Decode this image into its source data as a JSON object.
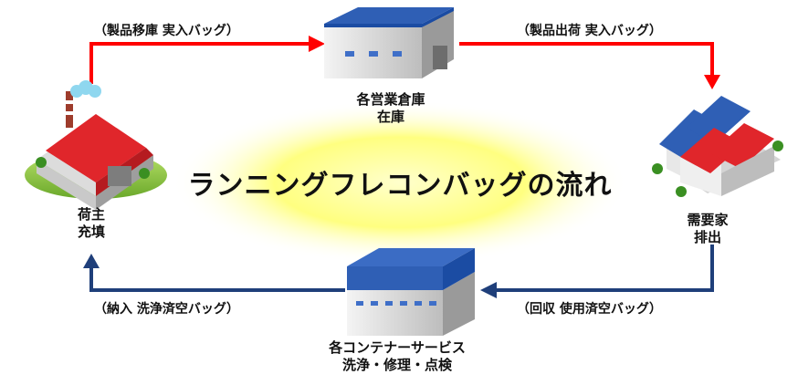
{
  "title": "ランニングフレコンバッグの流れ",
  "nodes": {
    "shipper": {
      "line1": "荷主",
      "line2": "充填"
    },
    "warehouse": {
      "line1": "各営業倉庫",
      "line2": "在庫"
    },
    "consumer": {
      "line1": "需要家",
      "line2": "排出"
    },
    "container_service": {
      "line1": "各コンテナーサービス",
      "line2": "洗浄・修理・点検"
    }
  },
  "flows": {
    "to_warehouse": "（製品移庫 実入バッグ）",
    "to_consumer": "（製品出荷 実入バッグ）",
    "to_service": "（回収 使用済空バッグ）",
    "to_shipper": "（納入 洗浄済空バッグ）"
  },
  "colors": {
    "red_arrow": "#ff0000",
    "blue_arrow": "#1f3f7a",
    "glow": "#ffff66",
    "roof_blue": "#2f5fb5",
    "roof_red": "#e0262b"
  }
}
